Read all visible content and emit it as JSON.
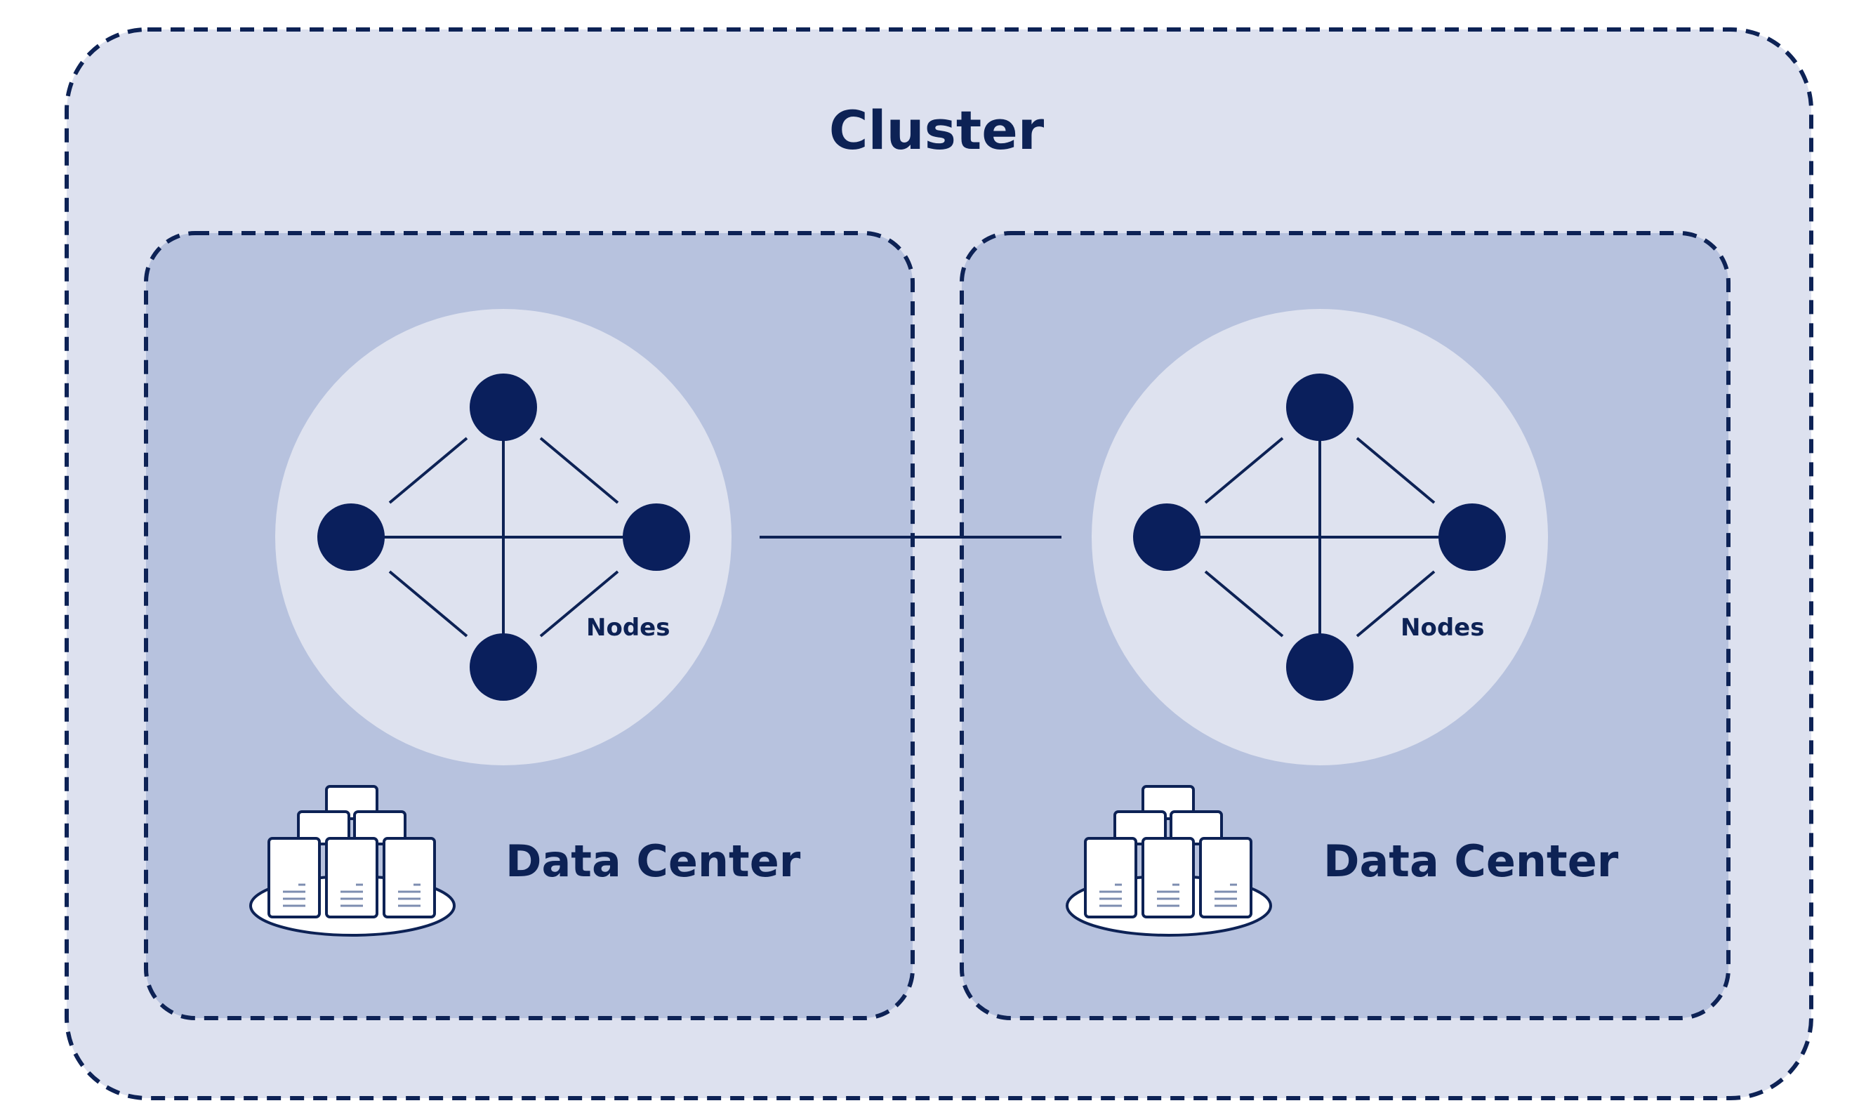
{
  "title": "Cluster",
  "data_centers": [
    {
      "label": "Data Center",
      "nodes_label": "Nodes"
    },
    {
      "label": "Data Center",
      "nodes_label": "Nodes"
    }
  ],
  "colors": {
    "cluster_fill": "#dde1ef",
    "dc_fill": "#b7c2de",
    "circle_fill": "#dee2ef",
    "dark": "#0d2255",
    "node": "#0a1f5c"
  },
  "icons": {
    "servers": "server-stack-icon"
  }
}
